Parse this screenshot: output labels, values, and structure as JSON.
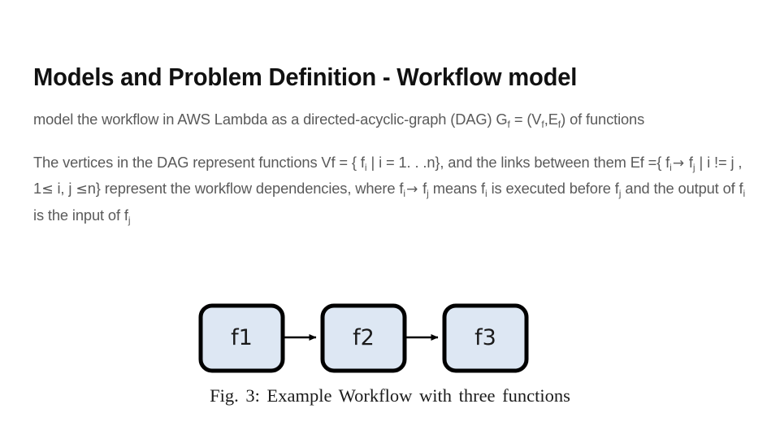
{
  "slide": {
    "background_color": "#ffffff",
    "title": "Models and Problem Definition - Workflow model",
    "title_color": "#111111",
    "body_color": "#5a5a5a"
  },
  "paragraphs": {
    "p1": {
      "seg1": "model the workflow in AWS Lambda as a directed-acyclic-graph (DAG) G",
      "sub1": "f",
      "seg2": " = (V",
      "sub2": "f",
      "seg3": ",E",
      "sub3": "f",
      "seg4": ") of functions"
    },
    "p2": {
      "seg1": "The vertices in the DAG represent functions Vf = { f",
      "sub1": "i",
      "seg2": " | i = 1. . .n}, and the links between them Ef ={ f",
      "sub2": "i",
      "arrow1": "→",
      "seg3": " f",
      "sub3": "j",
      "seg4": " | i != j , 1",
      "le1": "≤",
      "seg5": " i, j ",
      "le2": "≤",
      "seg6": "n} represent the workflow dependencies, where f",
      "sub4": "i",
      "arrow2": "→",
      "seg7": " f",
      "sub5": "j",
      "seg8": " means f",
      "sub6": "i",
      "seg9": " is executed before f",
      "sub7": "j",
      "seg10": " and the output of f",
      "sub8": "i",
      "seg11": " is the input of f",
      "sub9": "j"
    }
  },
  "figure": {
    "caption": "Fig. 3: Example Workflow with three functions",
    "node_fill": "#dde7f3",
    "node_stroke": "#000000",
    "arrow_color": "#000000",
    "nodes": [
      {
        "id": "f1",
        "label": "f1"
      },
      {
        "id": "f2",
        "label": "f2"
      },
      {
        "id": "f3",
        "label": "f3"
      }
    ],
    "edges": [
      {
        "from": "f1",
        "to": "f2"
      },
      {
        "from": "f2",
        "to": "f3"
      }
    ]
  }
}
